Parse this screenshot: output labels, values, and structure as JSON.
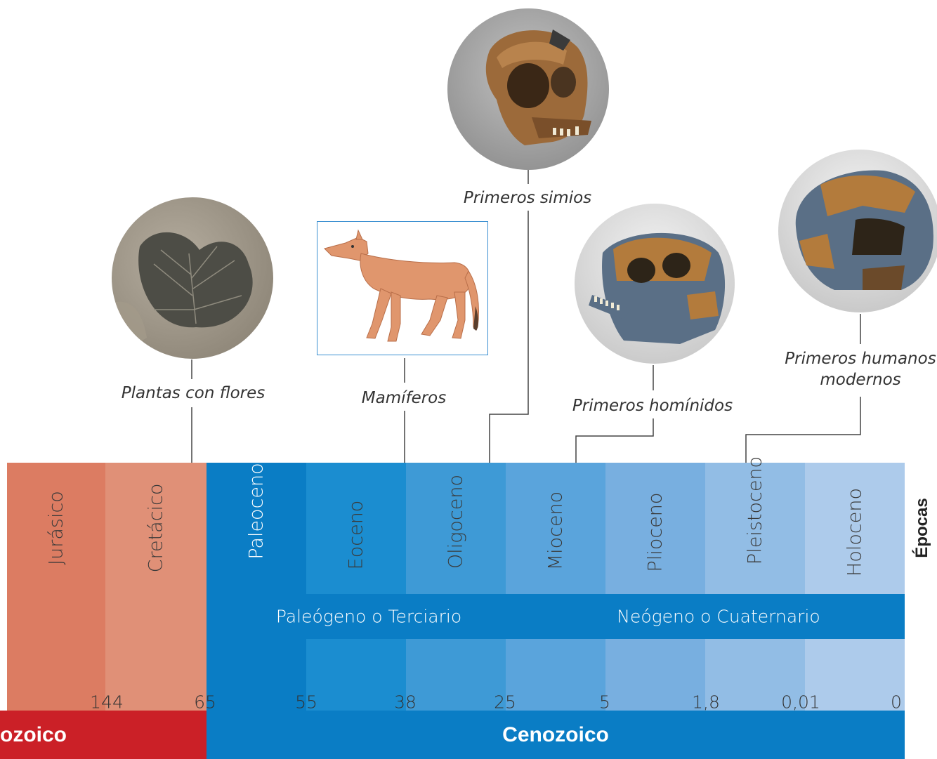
{
  "epochs": [
    {
      "name": "Jurásico",
      "color": "#dc7c62"
    },
    {
      "name": "Cretácico",
      "color": "#e09077"
    },
    {
      "name": "Paleoceno",
      "color": "#0a7dc5"
    },
    {
      "name": "Eoceno",
      "color": "#1b8dd0"
    },
    {
      "name": "Oligoceno",
      "color": "#3e9ad6"
    },
    {
      "name": "Mioceno",
      "color": "#5aa4dc"
    },
    {
      "name": "Plioceno",
      "color": "#78afe0"
    },
    {
      "name": "Pleistoceno",
      "color": "#92bde5"
    },
    {
      "name": "Holoceno",
      "color": "#adcbeb"
    }
  ],
  "epochs_title": "Épocas",
  "periods": [
    {
      "name": "Paleógeno o Terciario"
    },
    {
      "name": "Neógeno o Cuaternario"
    }
  ],
  "ages": [
    "144",
    "65",
    "55",
    "38",
    "25",
    "5",
    "1,8",
    "0,01",
    "0"
  ],
  "eras": [
    {
      "name": "Mesozoico",
      "visible_text": "ozoico",
      "color": "#cb2027"
    },
    {
      "name": "Cenozoico",
      "color": "#0a7dc5"
    }
  ],
  "events": [
    {
      "caption": "Plantas con flores",
      "image": "fossil-leaf"
    },
    {
      "caption": "Mamíferos",
      "image": "early-mammal"
    },
    {
      "caption": "Primeros simios",
      "image": "ape-skull"
    },
    {
      "caption": "Primeros homínidos",
      "image": "hominid-skull"
    },
    {
      "caption_line1": "Primeros humanos",
      "caption_line2": "modernos",
      "image": "human-skull"
    }
  ]
}
